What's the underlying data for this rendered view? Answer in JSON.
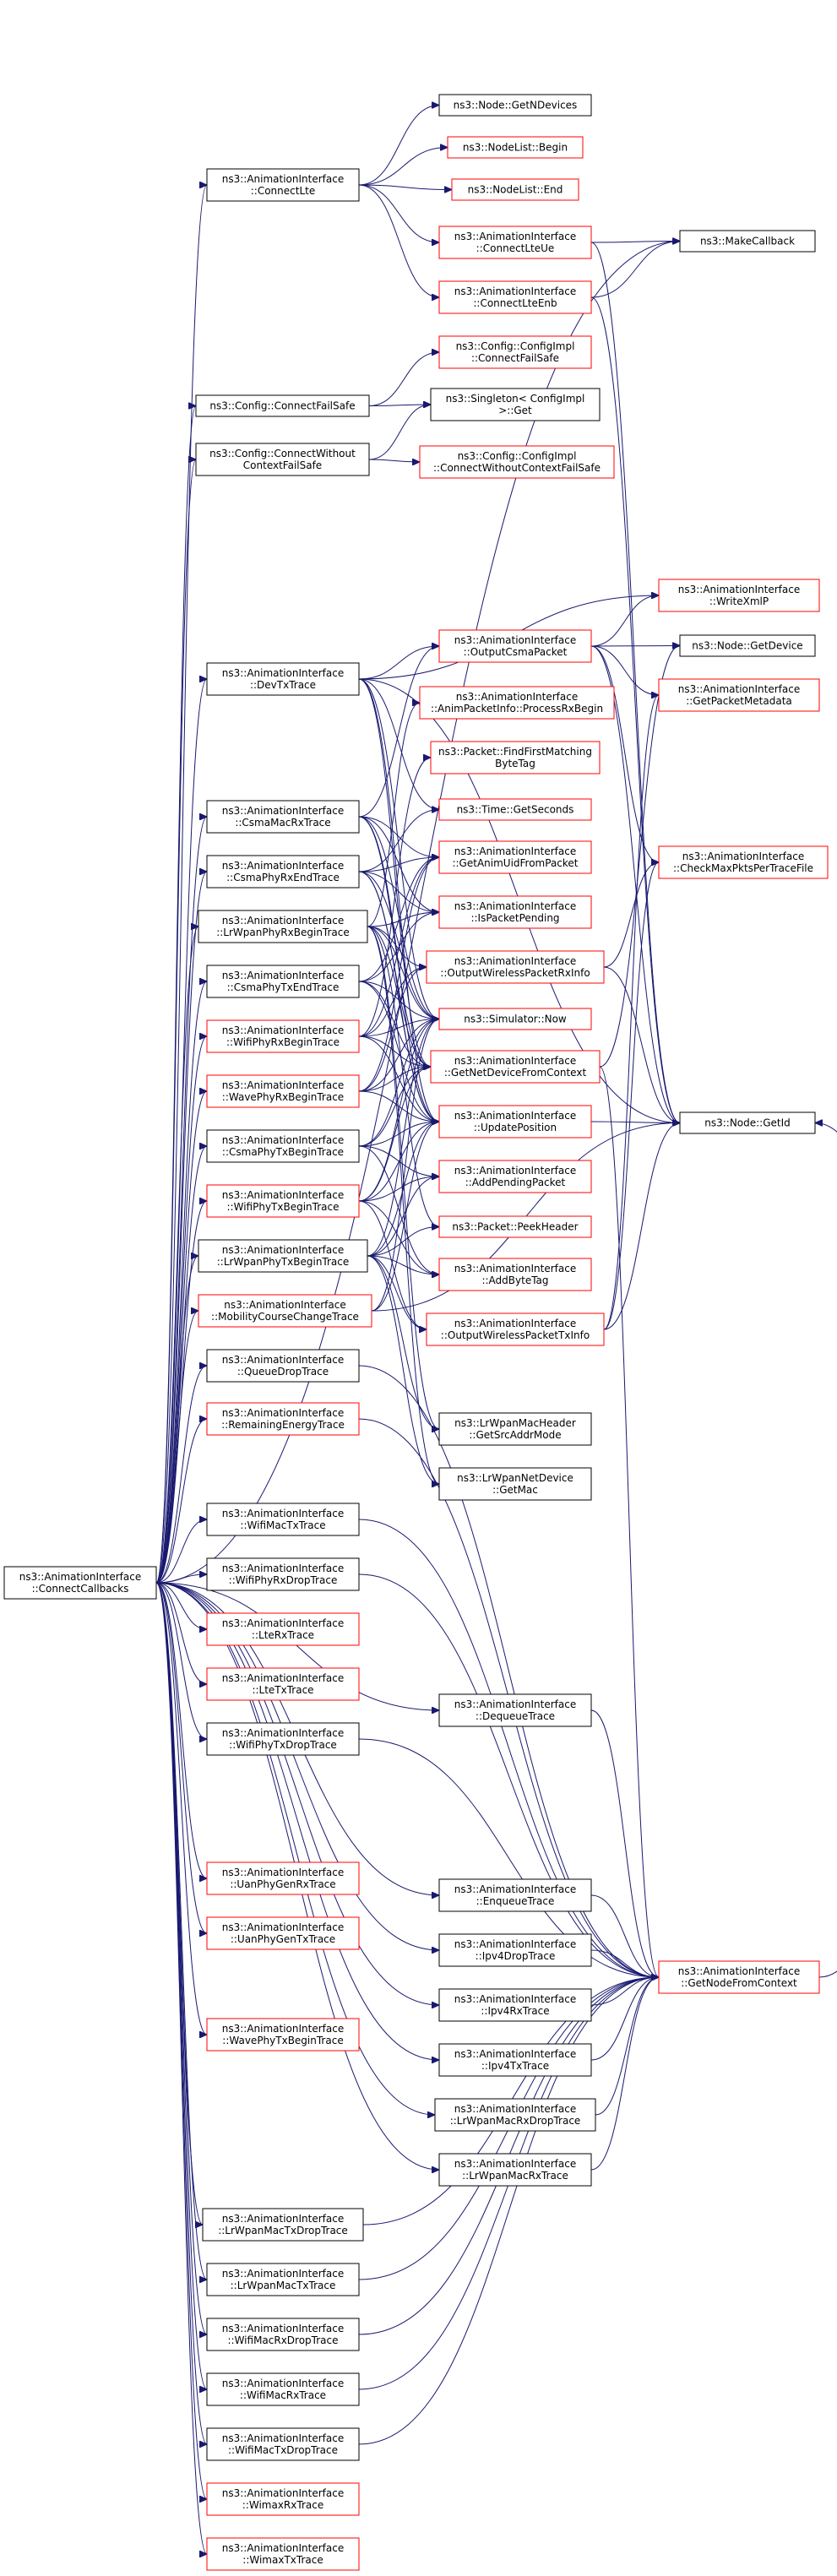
{
  "colors": {
    "edge": "#191970",
    "border_default": "#000000",
    "border_undocumented": "#ff0000",
    "root_fill": "#bfbfbf",
    "node_fill": "#ffffff"
  },
  "nodes": [
    {
      "id": "root",
      "lines": [
        "ns3::AnimationInterface",
        "::ConnectCallbacks"
      ],
      "border": "black",
      "root": true
    },
    {
      "id": "connectLte",
      "lines": [
        "ns3::AnimationInterface",
        "::ConnectLte"
      ],
      "border": "black"
    },
    {
      "id": "getNDevices",
      "lines": [
        "ns3::Node::GetNDevices"
      ],
      "border": "black"
    },
    {
      "id": "nodeListBegin",
      "lines": [
        "ns3::NodeList::Begin"
      ],
      "border": "red"
    },
    {
      "id": "nodeListEnd",
      "lines": [
        "ns3::NodeList::End"
      ],
      "border": "red"
    },
    {
      "id": "connectLteUe",
      "lines": [
        "ns3::AnimationInterface",
        "::ConnectLteUe"
      ],
      "border": "red"
    },
    {
      "id": "makeCallback",
      "lines": [
        "ns3::MakeCallback"
      ],
      "border": "black"
    },
    {
      "id": "connectLteEnb",
      "lines": [
        "ns3::AnimationInterface",
        "::ConnectLteEnb"
      ],
      "border": "red"
    },
    {
      "id": "cfgImplConnectFS",
      "lines": [
        "ns3::Config::ConfigImpl",
        "::ConnectFailSafe"
      ],
      "border": "red"
    },
    {
      "id": "cfgConnectFS",
      "lines": [
        "ns3::Config::ConnectFailSafe"
      ],
      "border": "black"
    },
    {
      "id": "singletonGet",
      "lines": [
        "ns3::Singleton< ConfigImpl",
        ">::Get"
      ],
      "border": "black"
    },
    {
      "id": "cfgConnectWCFS",
      "lines": [
        "ns3::Config::ConnectWithout",
        "ContextFailSafe"
      ],
      "border": "black"
    },
    {
      "id": "cfgImplConnectWCFS",
      "lines": [
        "ns3::Config::ConfigImpl",
        "::ConnectWithoutContextFailSafe"
      ],
      "border": "red"
    },
    {
      "id": "writeXmlP",
      "lines": [
        "ns3::AnimationInterface",
        "::WriteXmlP"
      ],
      "border": "red"
    },
    {
      "id": "devTxTrace",
      "lines": [
        "ns3::AnimationInterface",
        "::DevTxTrace"
      ],
      "border": "black"
    },
    {
      "id": "outputCsmaPacket",
      "lines": [
        "ns3::AnimationInterface",
        "::OutputCsmaPacket"
      ],
      "border": "red"
    },
    {
      "id": "nodeGetDevice",
      "lines": [
        "ns3::Node::GetDevice"
      ],
      "border": "black"
    },
    {
      "id": "getPacketMetadata",
      "lines": [
        "ns3::AnimationInterface",
        "::GetPacketMetadata"
      ],
      "border": "red"
    },
    {
      "id": "animPktProcessRx",
      "lines": [
        "ns3::AnimationInterface",
        "::AnimPacketInfo::ProcessRxBegin"
      ],
      "border": "red"
    },
    {
      "id": "findFirstMatchingByteTag",
      "lines": [
        "ns3::Packet::FindFirstMatching",
        "ByteTag"
      ],
      "border": "red"
    },
    {
      "id": "csmaMacRxTrace",
      "lines": [
        "ns3::AnimationInterface",
        "::CsmaMacRxTrace"
      ],
      "border": "black"
    },
    {
      "id": "timeGetSeconds",
      "lines": [
        "ns3::Time::GetSeconds"
      ],
      "border": "red"
    },
    {
      "id": "csmaPhyRxEndTrace",
      "lines": [
        "ns3::AnimationInterface",
        "::CsmaPhyRxEndTrace"
      ],
      "border": "black"
    },
    {
      "id": "getAnimUidFromPacket",
      "lines": [
        "ns3::AnimationInterface",
        "::GetAnimUidFromPacket"
      ],
      "border": "red"
    },
    {
      "id": "checkMaxPkts",
      "lines": [
        "ns3::AnimationInterface",
        "::CheckMaxPktsPerTraceFile"
      ],
      "border": "red"
    },
    {
      "id": "lrWpanPhyRxBeginTrace",
      "lines": [
        "ns3::AnimationInterface",
        "::LrWpanPhyRxBeginTrace"
      ],
      "border": "black"
    },
    {
      "id": "isPacketPending",
      "lines": [
        "ns3::AnimationInterface",
        "::IsPacketPending"
      ],
      "border": "red"
    },
    {
      "id": "csmaPhyTxEndTrace",
      "lines": [
        "ns3::AnimationInterface",
        "::CsmaPhyTxEndTrace"
      ],
      "border": "black"
    },
    {
      "id": "outputWirelessRx",
      "lines": [
        "ns3::AnimationInterface",
        "::OutputWirelessPacketRxInfo"
      ],
      "border": "red"
    },
    {
      "id": "wifiPhyRxBeginTrace",
      "lines": [
        "ns3::AnimationInterface",
        "::WifiPhyRxBeginTrace"
      ],
      "border": "red"
    },
    {
      "id": "simulatorNow",
      "lines": [
        "ns3::Simulator::Now"
      ],
      "border": "red"
    },
    {
      "id": "wavePhyRxBeginTrace",
      "lines": [
        "ns3::AnimationInterface",
        "::WavePhyRxBeginTrace"
      ],
      "border": "red"
    },
    {
      "id": "getNetDeviceFromContext",
      "lines": [
        "ns3::AnimationInterface",
        "::GetNetDeviceFromContext"
      ],
      "border": "red"
    },
    {
      "id": "nodeGetId",
      "lines": [
        "ns3::Node::GetId"
      ],
      "border": "black"
    },
    {
      "id": "csmaPhyTxBeginTrace",
      "lines": [
        "ns3::AnimationInterface",
        "::CsmaPhyTxBeginTrace"
      ],
      "border": "black"
    },
    {
      "id": "updatePosition",
      "lines": [
        "ns3::AnimationInterface",
        "::UpdatePosition"
      ],
      "border": "red"
    },
    {
      "id": "wifiPhyTxBeginTrace",
      "lines": [
        "ns3::AnimationInterface",
        "::WifiPhyTxBeginTrace"
      ],
      "border": "red"
    },
    {
      "id": "addPendingPacket",
      "lines": [
        "ns3::AnimationInterface",
        "::AddPendingPacket"
      ],
      "border": "red"
    },
    {
      "id": "lrWpanPhyTxBeginTrace",
      "lines": [
        "ns3::AnimationInterface",
        "::LrWpanPhyTxBeginTrace"
      ],
      "border": "black"
    },
    {
      "id": "packetPeekHeader",
      "lines": [
        "ns3::Packet::PeekHeader"
      ],
      "border": "red"
    },
    {
      "id": "addByteTag",
      "lines": [
        "ns3::AnimationInterface",
        "::AddByteTag"
      ],
      "border": "red"
    },
    {
      "id": "mobilityCourseChange",
      "lines": [
        "ns3::AnimationInterface",
        "::MobilityCourseChangeTrace"
      ],
      "border": "red"
    },
    {
      "id": "outputWirelessTx",
      "lines": [
        "ns3::AnimationInterface",
        "::OutputWirelessPacketTxInfo"
      ],
      "border": "red"
    },
    {
      "id": "queueDropTrace",
      "lines": [
        "ns3::AnimationInterface",
        "::QueueDropTrace"
      ],
      "border": "black"
    },
    {
      "id": "lrWpanMacHeaderGetSrc",
      "lines": [
        "ns3::LrWpanMacHeader",
        "::GetSrcAddrMode"
      ],
      "border": "black"
    },
    {
      "id": "remainingEnergyTrace",
      "lines": [
        "ns3::AnimationInterface",
        "::RemainingEnergyTrace"
      ],
      "border": "red"
    },
    {
      "id": "lrWpanNetDeviceGetMac",
      "lines": [
        "ns3::LrWpanNetDevice",
        "::GetMac"
      ],
      "border": "black"
    },
    {
      "id": "wifiMacTxTrace",
      "lines": [
        "ns3::AnimationInterface",
        "::WifiMacTxTrace"
      ],
      "border": "black"
    },
    {
      "id": "wifiPhyRxDropTrace",
      "lines": [
        "ns3::AnimationInterface",
        "::WifiPhyRxDropTrace"
      ],
      "border": "black"
    },
    {
      "id": "lteRxTrace",
      "lines": [
        "ns3::AnimationInterface",
        "::LteRxTrace"
      ],
      "border": "red"
    },
    {
      "id": "lteTxTrace",
      "lines": [
        "ns3::AnimationInterface",
        "::LteTxTrace"
      ],
      "border": "red"
    },
    {
      "id": "dequeueTrace",
      "lines": [
        "ns3::AnimationInterface",
        "::DequeueTrace"
      ],
      "border": "black"
    },
    {
      "id": "wifiPhyTxDropTrace",
      "lines": [
        "ns3::AnimationInterface",
        "::WifiPhyTxDropTrace"
      ],
      "border": "black"
    },
    {
      "id": "uanPhyGenRxTrace",
      "lines": [
        "ns3::AnimationInterface",
        "::UanPhyGenRxTrace"
      ],
      "border": "red"
    },
    {
      "id": "enqueueTrace",
      "lines": [
        "ns3::AnimationInterface",
        "::EnqueueTrace"
      ],
      "border": "black"
    },
    {
      "id": "uanPhyGenTxTrace",
      "lines": [
        "ns3::AnimationInterface",
        "::UanPhyGenTxTrace"
      ],
      "border": "red"
    },
    {
      "id": "ipv4DropTrace",
      "lines": [
        "ns3::AnimationInterface",
        "::Ipv4DropTrace"
      ],
      "border": "black"
    },
    {
      "id": "getNodeFromContext",
      "lines": [
        "ns3::AnimationInterface",
        "::GetNodeFromContext"
      ],
      "border": "red"
    },
    {
      "id": "ipv4RxTrace",
      "lines": [
        "ns3::AnimationInterface",
        "::Ipv4RxTrace"
      ],
      "border": "black"
    },
    {
      "id": "wavePhyTxBeginTrace",
      "lines": [
        "ns3::AnimationInterface",
        "::WavePhyTxBeginTrace"
      ],
      "border": "red"
    },
    {
      "id": "ipv4TxTrace",
      "lines": [
        "ns3::AnimationInterface",
        "::Ipv4TxTrace"
      ],
      "border": "black"
    },
    {
      "id": "lrWpanMacRxDropTrace",
      "lines": [
        "ns3::AnimationInterface",
        "::LrWpanMacRxDropTrace"
      ],
      "border": "black"
    },
    {
      "id": "lrWpanMacRxTrace",
      "lines": [
        "ns3::AnimationInterface",
        "::LrWpanMacRxTrace"
      ],
      "border": "black"
    },
    {
      "id": "lrWpanMacTxDropTrace",
      "lines": [
        "ns3::AnimationInterface",
        "::LrWpanMacTxDropTrace"
      ],
      "border": "black"
    },
    {
      "id": "lrWpanMacTxTrace",
      "lines": [
        "ns3::AnimationInterface",
        "::LrWpanMacTxTrace"
      ],
      "border": "black"
    },
    {
      "id": "wifiMacRxDropTrace",
      "lines": [
        "ns3::AnimationInterface",
        "::WifiMacRxDropTrace"
      ],
      "border": "black"
    },
    {
      "id": "wifiMacRxTrace",
      "lines": [
        "ns3::AnimationInterface",
        "::WifiMacRxTrace"
      ],
      "border": "black"
    },
    {
      "id": "wifiMacTxDropTrace",
      "lines": [
        "ns3::AnimationInterface",
        "::WifiMacTxDropTrace"
      ],
      "border": "black"
    },
    {
      "id": "wimaxRxTrace",
      "lines": [
        "ns3::AnimationInterface",
        "::WimaxRxTrace"
      ],
      "border": "red"
    },
    {
      "id": "wimaxTxTrace",
      "lines": [
        "ns3::AnimationInterface",
        "::WimaxTxTrace"
      ],
      "border": "red"
    }
  ],
  "edges": [
    [
      "root",
      "connectLte"
    ],
    [
      "root",
      "makeCallback"
    ],
    [
      "root",
      "cfgConnectFS"
    ],
    [
      "root",
      "cfgConnectWCFS"
    ],
    [
      "root",
      "devTxTrace"
    ],
    [
      "root",
      "csmaMacRxTrace"
    ],
    [
      "root",
      "csmaPhyRxEndTrace"
    ],
    [
      "root",
      "lrWpanPhyRxBeginTrace"
    ],
    [
      "root",
      "csmaPhyTxEndTrace"
    ],
    [
      "root",
      "wifiPhyRxBeginTrace"
    ],
    [
      "root",
      "wavePhyRxBeginTrace"
    ],
    [
      "root",
      "csmaPhyTxBeginTrace"
    ],
    [
      "root",
      "wifiPhyTxBeginTrace"
    ],
    [
      "root",
      "lrWpanPhyTxBeginTrace"
    ],
    [
      "root",
      "mobilityCourseChange"
    ],
    [
      "root",
      "queueDropTrace"
    ],
    [
      "root",
      "remainingEnergyTrace"
    ],
    [
      "root",
      "wifiMacTxTrace"
    ],
    [
      "root",
      "wifiPhyRxDropTrace"
    ],
    [
      "root",
      "lteRxTrace"
    ],
    [
      "root",
      "lteTxTrace"
    ],
    [
      "root",
      "wifiPhyTxDropTrace"
    ],
    [
      "root",
      "dequeueTrace"
    ],
    [
      "root",
      "uanPhyGenRxTrace"
    ],
    [
      "root",
      "uanPhyGenTxTrace"
    ],
    [
      "root",
      "enqueueTrace"
    ],
    [
      "root",
      "ipv4DropTrace"
    ],
    [
      "root",
      "ipv4RxTrace"
    ],
    [
      "root",
      "wavePhyTxBeginTrace"
    ],
    [
      "root",
      "ipv4TxTrace"
    ],
    [
      "root",
      "lrWpanMacRxDropTrace"
    ],
    [
      "root",
      "lrWpanMacRxTrace"
    ],
    [
      "root",
      "lrWpanMacTxDropTrace"
    ],
    [
      "root",
      "lrWpanMacTxTrace"
    ],
    [
      "root",
      "wifiMacRxDropTrace"
    ],
    [
      "root",
      "wifiMacRxTrace"
    ],
    [
      "root",
      "wifiMacTxDropTrace"
    ],
    [
      "root",
      "wimaxRxTrace"
    ],
    [
      "root",
      "wimaxTxTrace"
    ],
    [
      "connectLte",
      "getNDevices"
    ],
    [
      "connectLte",
      "nodeListBegin"
    ],
    [
      "connectLte",
      "nodeListEnd"
    ],
    [
      "connectLte",
      "connectLteUe"
    ],
    [
      "connectLte",
      "connectLteEnb"
    ],
    [
      "connectLteUe",
      "makeCallback"
    ],
    [
      "connectLteUe",
      "nodeGetId"
    ],
    [
      "connectLteEnb",
      "makeCallback"
    ],
    [
      "connectLteEnb",
      "nodeGetId"
    ],
    [
      "cfgConnectFS",
      "cfgImplConnectFS"
    ],
    [
      "cfgConnectFS",
      "singletonGet"
    ],
    [
      "cfgConnectWCFS",
      "singletonGet"
    ],
    [
      "cfgConnectWCFS",
      "cfgImplConnectWCFS"
    ],
    [
      "devTxTrace",
      "writeXmlP"
    ],
    [
      "devTxTrace",
      "outputCsmaPacket"
    ],
    [
      "devTxTrace",
      "timeGetSeconds"
    ],
    [
      "devTxTrace",
      "getNetDeviceFromContext"
    ],
    [
      "devTxTrace",
      "nodeGetId"
    ],
    [
      "devTxTrace",
      "simulatorNow"
    ],
    [
      "devTxTrace",
      "updatePosition"
    ],
    [
      "outputCsmaPacket",
      "writeXmlP"
    ],
    [
      "outputCsmaPacket",
      "nodeGetDevice"
    ],
    [
      "outputCsmaPacket",
      "getPacketMetadata"
    ],
    [
      "outputCsmaPacket",
      "checkMaxPkts"
    ],
    [
      "outputCsmaPacket",
      "nodeGetId"
    ],
    [
      "csmaMacRxTrace",
      "outputCsmaPacket"
    ],
    [
      "csmaMacRxTrace",
      "getAnimUidFromPacket"
    ],
    [
      "csmaMacRxTrace",
      "isPacketPending"
    ],
    [
      "csmaMacRxTrace",
      "simulatorNow"
    ],
    [
      "csmaMacRxTrace",
      "getNetDeviceFromContext"
    ],
    [
      "csmaMacRxTrace",
      "updatePosition"
    ],
    [
      "csmaPhyRxEndTrace",
      "getAnimUidFromPacket"
    ],
    [
      "csmaPhyRxEndTrace",
      "isPacketPending"
    ],
    [
      "csmaPhyRxEndTrace",
      "simulatorNow"
    ],
    [
      "csmaPhyRxEndTrace",
      "getNetDeviceFromContext"
    ],
    [
      "csmaPhyRxEndTrace",
      "updatePosition"
    ],
    [
      "csmaPhyRxEndTrace",
      "timeGetSeconds"
    ],
    [
      "lrWpanPhyRxBeginTrace",
      "animPktProcessRx"
    ],
    [
      "lrWpanPhyRxBeginTrace",
      "outputWirelessRx"
    ],
    [
      "lrWpanPhyRxBeginTrace",
      "isPacketPending"
    ],
    [
      "lrWpanPhyRxBeginTrace",
      "simulatorNow"
    ],
    [
      "lrWpanPhyRxBeginTrace",
      "updatePosition"
    ],
    [
      "lrWpanPhyRxBeginTrace",
      "packetPeekHeader"
    ],
    [
      "lrWpanPhyRxBeginTrace",
      "lrWpanMacHeaderGetSrc"
    ],
    [
      "lrWpanPhyRxBeginTrace",
      "lrWpanNetDeviceGetMac"
    ],
    [
      "csmaPhyTxEndTrace",
      "getAnimUidFromPacket"
    ],
    [
      "csmaPhyTxEndTrace",
      "isPacketPending"
    ],
    [
      "csmaPhyTxEndTrace",
      "simulatorNow"
    ],
    [
      "csmaPhyTxEndTrace",
      "getNetDeviceFromContext"
    ],
    [
      "csmaPhyTxEndTrace",
      "updatePosition"
    ],
    [
      "wifiPhyRxBeginTrace",
      "findFirstMatchingByteTag"
    ],
    [
      "wifiPhyRxBeginTrace",
      "getAnimUidFromPacket"
    ],
    [
      "wifiPhyRxBeginTrace",
      "outputWirelessRx"
    ],
    [
      "wifiPhyRxBeginTrace",
      "simulatorNow"
    ],
    [
      "wifiPhyRxBeginTrace",
      "getNetDeviceFromContext"
    ],
    [
      "wifiPhyRxBeginTrace",
      "updatePosition"
    ],
    [
      "wavePhyRxBeginTrace",
      "getAnimUidFromPacket"
    ],
    [
      "wavePhyRxBeginTrace",
      "outputWirelessRx"
    ],
    [
      "wavePhyRxBeginTrace",
      "simulatorNow"
    ],
    [
      "wavePhyRxBeginTrace",
      "getNetDeviceFromContext"
    ],
    [
      "wavePhyRxBeginTrace",
      "updatePosition"
    ],
    [
      "csmaPhyTxBeginTrace",
      "simulatorNow"
    ],
    [
      "csmaPhyTxBeginTrace",
      "getNetDeviceFromContext"
    ],
    [
      "csmaPhyTxBeginTrace",
      "updatePosition"
    ],
    [
      "csmaPhyTxBeginTrace",
      "addPendingPacket"
    ],
    [
      "csmaPhyTxBeginTrace",
      "addByteTag"
    ],
    [
      "wifiPhyTxBeginTrace",
      "simulatorNow"
    ],
    [
      "wifiPhyTxBeginTrace",
      "getNetDeviceFromContext"
    ],
    [
      "wifiPhyTxBeginTrace",
      "updatePosition"
    ],
    [
      "wifiPhyTxBeginTrace",
      "addPendingPacket"
    ],
    [
      "wifiPhyTxBeginTrace",
      "addByteTag"
    ],
    [
      "wifiPhyTxBeginTrace",
      "outputWirelessTx"
    ],
    [
      "lrWpanPhyTxBeginTrace",
      "simulatorNow"
    ],
    [
      "lrWpanPhyTxBeginTrace",
      "updatePosition"
    ],
    [
      "lrWpanPhyTxBeginTrace",
      "addPendingPacket"
    ],
    [
      "lrWpanPhyTxBeginTrace",
      "packetPeekHeader"
    ],
    [
      "lrWpanPhyTxBeginTrace",
      "addByteTag"
    ],
    [
      "lrWpanPhyTxBeginTrace",
      "outputWirelessTx"
    ],
    [
      "lrWpanPhyTxBeginTrace",
      "lrWpanMacHeaderGetSrc"
    ],
    [
      "lrWpanPhyTxBeginTrace",
      "lrWpanNetDeviceGetMac"
    ],
    [
      "mobilityCourseChange",
      "simulatorNow"
    ],
    [
      "mobilityCourseChange",
      "updatePosition"
    ],
    [
      "mobilityCourseChange",
      "nodeGetId"
    ],
    [
      "queueDropTrace",
      "getNodeFromContext"
    ],
    [
      "remainingEnergyTrace",
      "getNodeFromContext"
    ],
    [
      "wifiMacTxTrace",
      "getNodeFromContext"
    ],
    [
      "wifiPhyRxDropTrace",
      "getNodeFromContext"
    ],
    [
      "wifiPhyTxDropTrace",
      "getNodeFromContext"
    ],
    [
      "dequeueTrace",
      "getNodeFromContext"
    ],
    [
      "enqueueTrace",
      "getNodeFromContext"
    ],
    [
      "ipv4DropTrace",
      "getNodeFromContext"
    ],
    [
      "ipv4RxTrace",
      "getNodeFromContext"
    ],
    [
      "ipv4TxTrace",
      "getNodeFromContext"
    ],
    [
      "lrWpanMacRxDropTrace",
      "getNodeFromContext"
    ],
    [
      "lrWpanMacRxTrace",
      "getNodeFromContext"
    ],
    [
      "lrWpanMacTxDropTrace",
      "getNodeFromContext"
    ],
    [
      "lrWpanMacTxTrace",
      "getNodeFromContext"
    ],
    [
      "wifiMacRxDropTrace",
      "getNodeFromContext"
    ],
    [
      "wifiMacRxTrace",
      "getNodeFromContext"
    ],
    [
      "wifiMacTxDropTrace",
      "getNodeFromContext"
    ],
    [
      "outputWirelessRx",
      "checkMaxPkts"
    ],
    [
      "outputWirelessRx",
      "nodeGetId"
    ],
    [
      "outputWirelessTx",
      "getPacketMetadata"
    ],
    [
      "outputWirelessTx",
      "checkMaxPkts"
    ],
    [
      "outputWirelessTx",
      "nodeGetId"
    ],
    [
      "getNetDeviceFromContext",
      "nodeGetDevice"
    ],
    [
      "getNetDeviceFromContext",
      "getNodeFromContext"
    ],
    [
      "updatePosition",
      "nodeGetId"
    ],
    [
      "getNodeFromContext",
      "nodeGetId"
    ]
  ]
}
